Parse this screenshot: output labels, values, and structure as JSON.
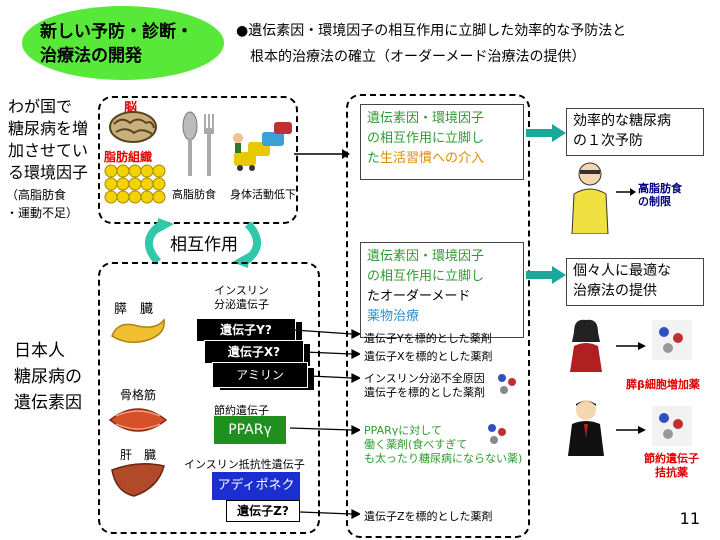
{
  "title": {
    "line1": "新しい予防・診断・",
    "line2": "治療法の開発"
  },
  "bullet": {
    "line1": "●遺伝素因・環境因子の相互作用に立脚した効率的な予防法と",
    "line2": "根本的治療法の確立（オーダーメード治療法の提供）"
  },
  "env": {
    "label_lines": [
      "わが国で",
      "糖尿病を増",
      "加させてい",
      "る環境因子"
    ],
    "sub_lines": [
      "（高脂肪食",
      "・運動不足）"
    ],
    "brain": "脳",
    "fat": "脂肪組織",
    "high_fat": "高脂肪食",
    "low_activity": "身体活動低下"
  },
  "interaction": "相互作用",
  "genetic": {
    "label_lines": [
      "日本人",
      "糖尿病の",
      "遺伝素因"
    ],
    "pancreas": "膵　臓",
    "muscle": "骨格筋",
    "liver": "肝　臓",
    "insulin_header": [
      "インスリン",
      "分泌遺伝子"
    ],
    "gene_y": "遺伝子Y?",
    "gene_x": "遺伝子X?",
    "amylin": "アミリン",
    "thrifty_header": "節約遺伝子",
    "ppar": "PPARγ",
    "resistance_header": "インスリン抵抗性遺伝子",
    "adiponectin": "アディポネクチン",
    "gene_z": "遺伝子Z?"
  },
  "drugs": {
    "y": "遺伝子Yを標的とした薬剤",
    "x": "遺伝子Xを標的とした薬剤",
    "insulin_lines": [
      "インスリン分泌不全原因",
      "遺伝子を標的とした薬剤"
    ],
    "ppar_lines": [
      "PPARγに対して",
      "働く薬剤(食べすぎて",
      "も太ったり糖尿病にならない薬)"
    ],
    "z": "遺伝子Zを標的とした薬剤"
  },
  "box1": {
    "lines": [
      "遺伝素因・環境因子",
      "の相互作用に立脚し",
      "た"
    ],
    "highlight": "生活習慣への介入"
  },
  "box2": {
    "lines": [
      "遺伝素因・環境因子",
      "の相互作用に立脚し",
      "たオーダーメード"
    ],
    "highlight": "薬物治療"
  },
  "result1": {
    "lines": [
      "効率的な糖尿病",
      "の１次予防"
    ]
  },
  "result2": {
    "lines": [
      "個々人に最適な",
      "治療法の提供"
    ]
  },
  "diet_limit": [
    "高脂肪食",
    "の制限"
  ],
  "beta_drug": "膵β細胞増加薬",
  "thrifty_drug": [
    "節約遺伝子",
    "拮抗薬"
  ],
  "page_number": "11",
  "colors": {
    "title_green": "#58e83a",
    "green_text": "#2f9b2f",
    "orange_text": "#e08a00",
    "navy": "#00007a",
    "red": "#e00000"
  }
}
